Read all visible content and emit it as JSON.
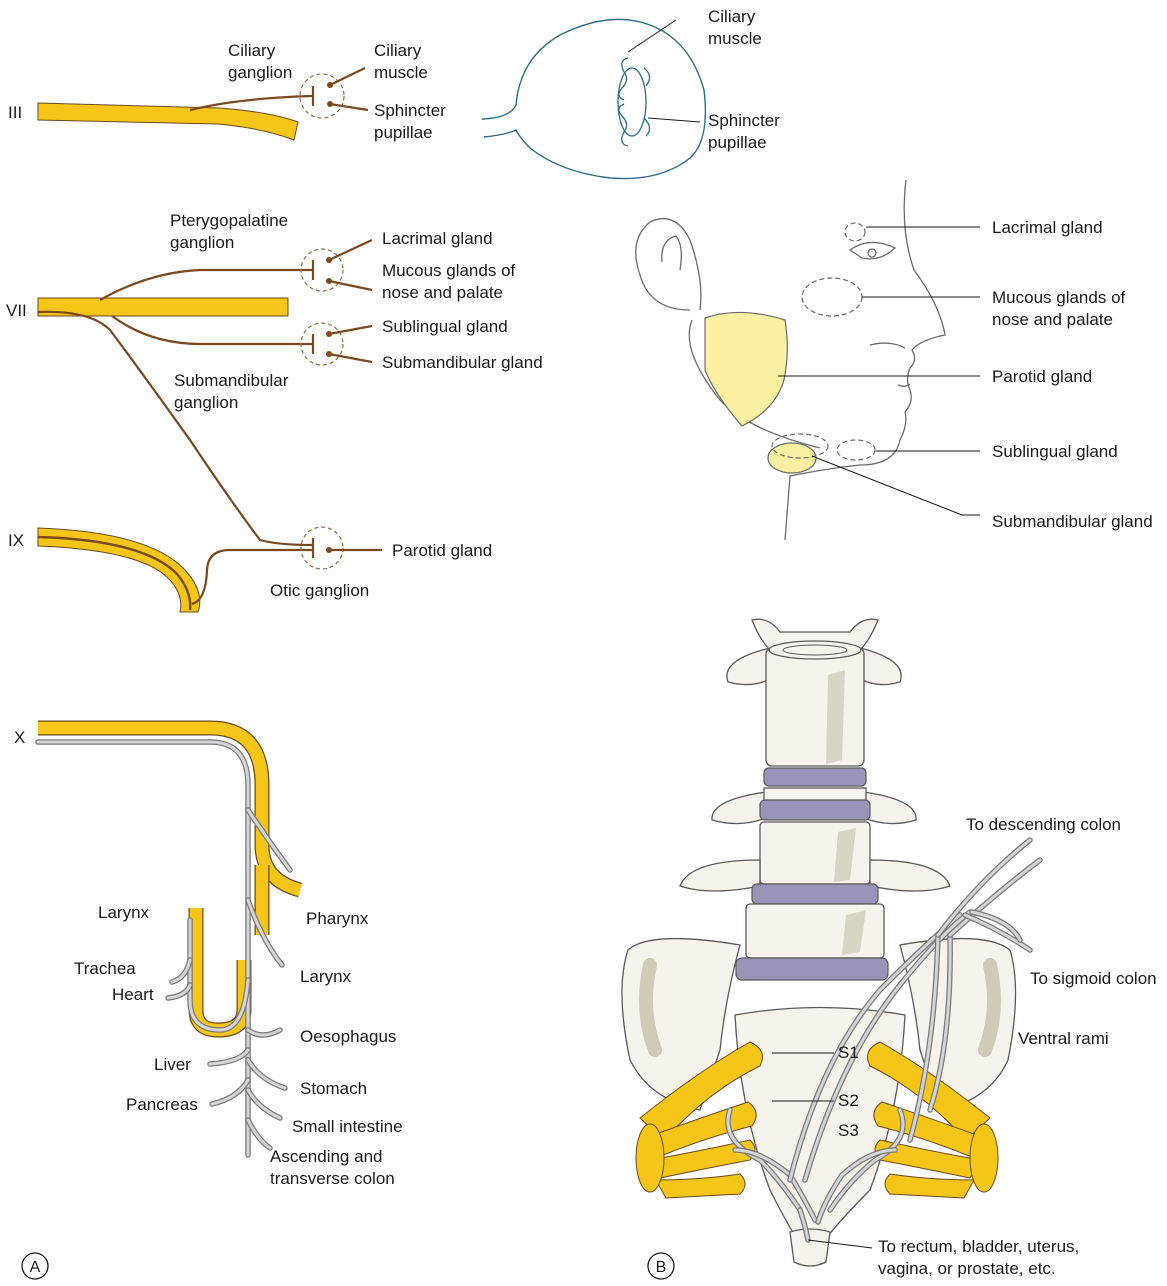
{
  "panelA": {
    "panel_label": "A",
    "cranial_III": {
      "nerve": "III",
      "ganglion": "Ciliary\nganglion",
      "targets": [
        "Ciliary\nmuscle",
        "Sphincter\npupillae"
      ]
    },
    "eye": {
      "labels": [
        "Ciliary\nmuscle",
        "Sphincter\npupillae"
      ]
    },
    "cranial_VII": {
      "nerve": "VII",
      "ganglia": [
        "Pterygopalatine\nganglion",
        "Submandibular\nganglion"
      ],
      "targets": [
        "Lacrimal gland",
        "Mucous glands of\nnose and palate",
        "Sublingual gland",
        "Submandibular gland"
      ]
    },
    "cranial_IX": {
      "nerve": "IX",
      "ganglion": "Otic ganglion",
      "target": "Parotid gland"
    },
    "face": {
      "labels": [
        "Lacrimal gland",
        "Mucous glands of\nnose and palate",
        "Parotid gland",
        "Sublingual gland",
        "Submandibular gland"
      ]
    },
    "cranial_X": {
      "nerve": "X",
      "left_labels": [
        "Larynx",
        "Trachea",
        "Heart",
        "Liver",
        "Pancreas"
      ],
      "right_labels": [
        "Pharynx",
        "Larynx",
        "Oesophagus",
        "Stomach",
        "Small intestine",
        "Ascending and\ntransverse colon"
      ]
    }
  },
  "panelB": {
    "panel_label": "B",
    "labels": {
      "descending": "To descending colon",
      "sigmoid": "To sigmoid colon",
      "ventral": "Ventral rami",
      "s1": "S1",
      "s2": "S2",
      "s3": "S3",
      "pelvic": "To rectum, bladder, uterus,\nvagina, or prostate, etc."
    }
  },
  "colors": {
    "nerve_yellow": "#f5c518",
    "preganglionic_brown": "#7a4a1e",
    "eye_outline": "#2a6e8a",
    "disc_purple": "#9a93b8",
    "gland_yellow": "#fbf0a2",
    "vagus_gray": "#cfcfcf"
  }
}
